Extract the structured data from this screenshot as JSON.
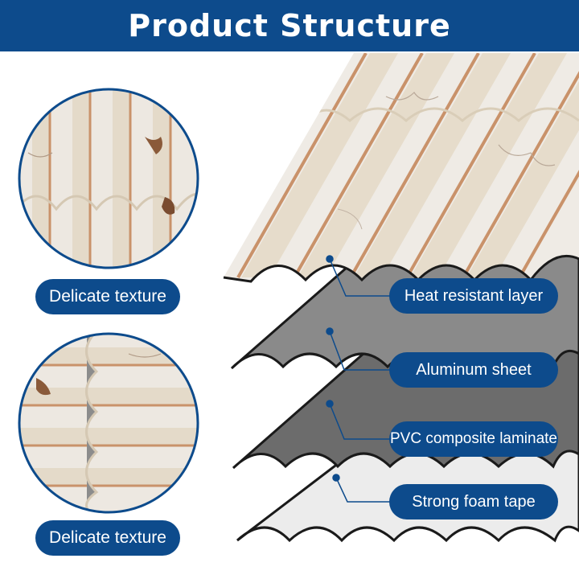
{
  "header": {
    "title": "Product Structure"
  },
  "textures": [
    {
      "label": "Delicate texture",
      "orientation": "vertical"
    },
    {
      "label": "Delicate texture",
      "orientation": "horizontal"
    }
  ],
  "layers": [
    {
      "label": "Heat resistant layer",
      "color": "#ebe3d5"
    },
    {
      "label": "Aluminum sheet",
      "color": "#8a8a8a"
    },
    {
      "label": "PVC composite laminate",
      "color": "#6c6c6c"
    },
    {
      "label": "Strong foam tape",
      "color": "#ececec"
    }
  ],
  "colors": {
    "brand": "#0d4b8c",
    "marble": "#efebe5",
    "cream": "#e8dfd0",
    "copper": "#c9926a",
    "vein": "#8a5a3a"
  }
}
